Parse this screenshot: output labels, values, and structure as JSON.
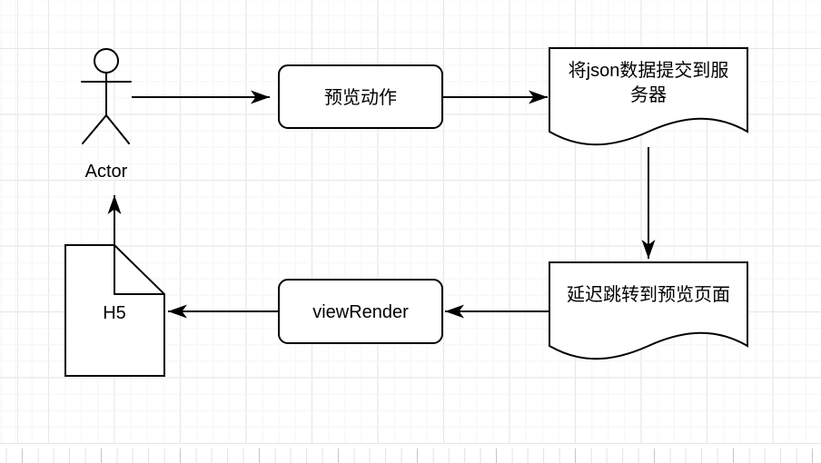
{
  "diagram": {
    "actor": {
      "label": "Actor"
    },
    "preview_action": {
      "label": "预览动作"
    },
    "submit_json": {
      "label": "将json数据提交到服务器",
      "lines": [
        "将json数据提交到服",
        "务器"
      ]
    },
    "delayed_redirect": {
      "label": "延迟跳转到预览页面"
    },
    "view_render": {
      "label": "viewRender"
    },
    "h5": {
      "label": "H5"
    },
    "edges": [
      {
        "from": "actor",
        "to": "preview-action"
      },
      {
        "from": "preview-action",
        "to": "submit-json-document"
      },
      {
        "from": "submit-json-document",
        "to": "delayed-redirect-document"
      },
      {
        "from": "delayed-redirect-document",
        "to": "view-render"
      },
      {
        "from": "view-render",
        "to": "h5-note"
      },
      {
        "from": "h5-note",
        "to": "actor"
      }
    ]
  },
  "colors": {
    "shape_stroke": "#000000",
    "shape_fill": "#ffffff",
    "grid_minor": "#f5f5f5",
    "grid_major": "#e7e7e7",
    "background": "#ffffff"
  }
}
